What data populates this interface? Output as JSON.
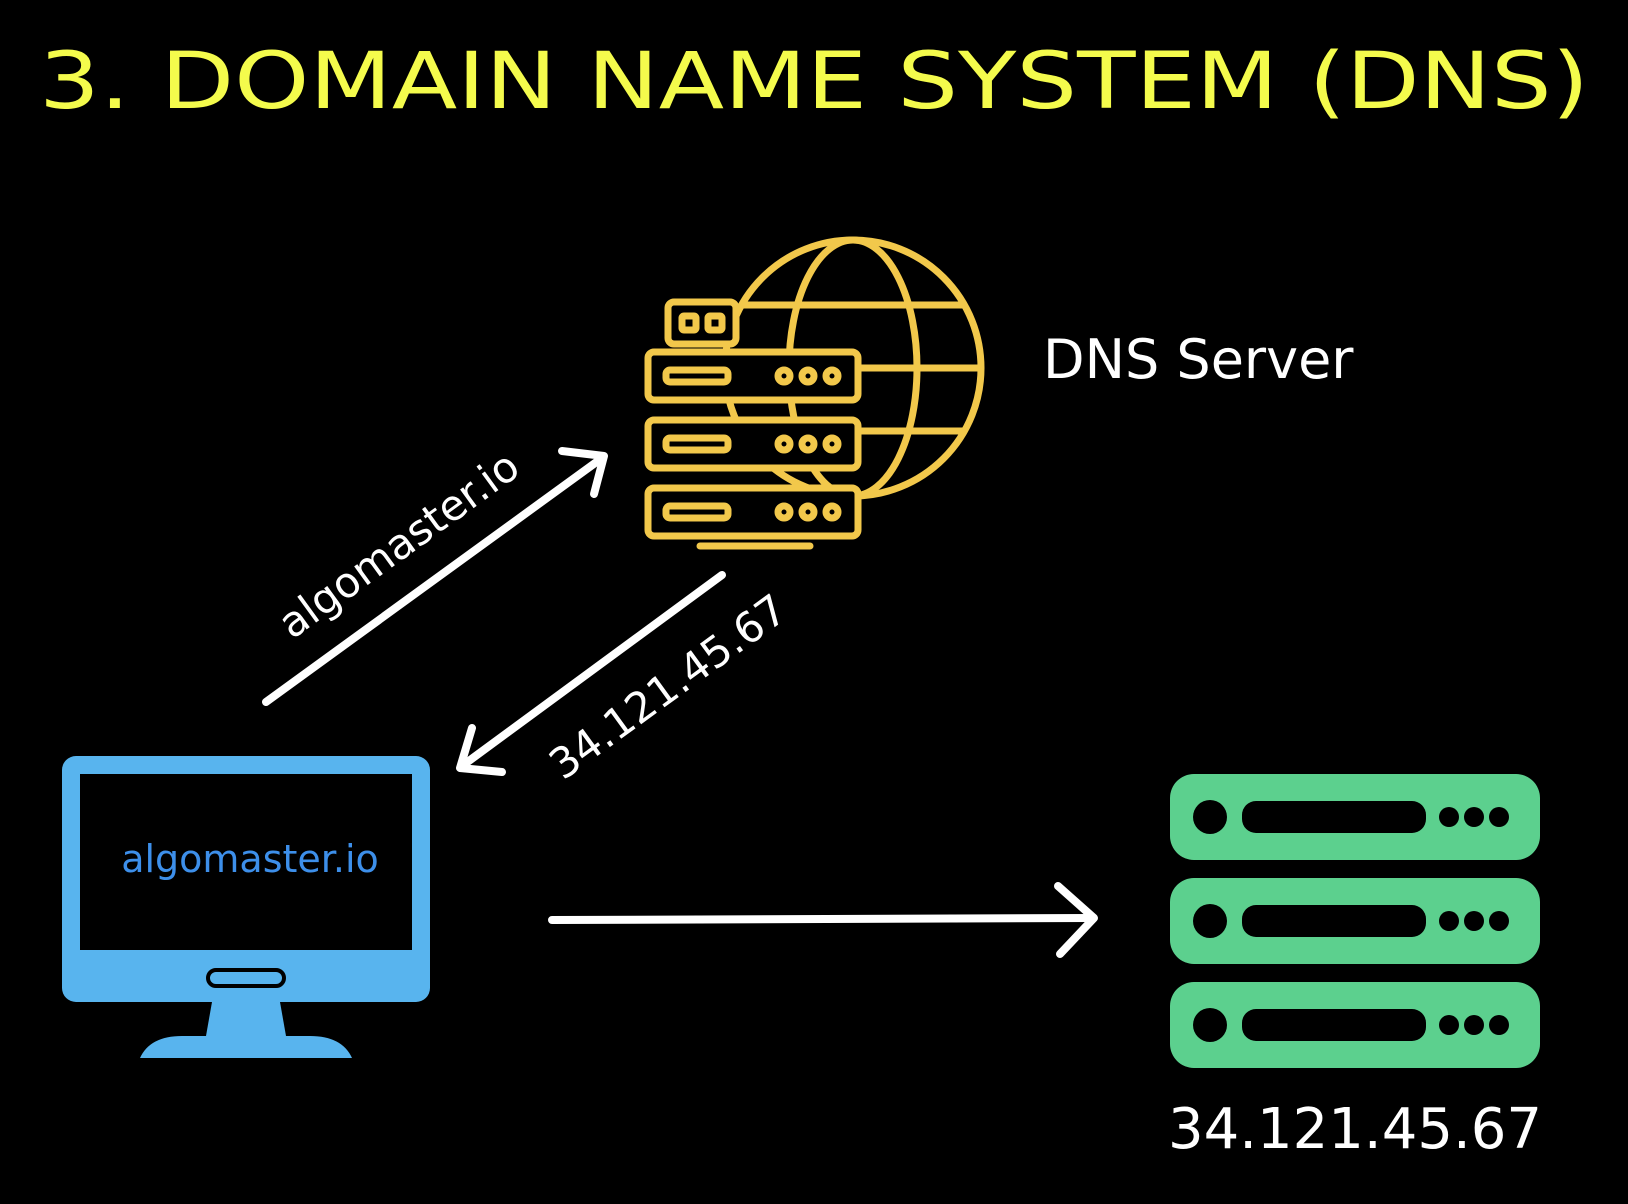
{
  "diagram": {
    "title": "3. DOMAIN NAME SYSTEM (DNS)",
    "dns_server_label": "DNS Server",
    "request_label": "algomaster.io",
    "response_label": "34.121.45.67",
    "browser_screen_text": "algomaster.io",
    "web_server_ip_label": "34.121.45.67"
  },
  "colors": {
    "background": "#000000",
    "title": "#f4fb4c",
    "dns_server_icon": "#f2c84b",
    "computer": "#58b4ee",
    "screen_text": "#3d8fea",
    "web_server": "#5cd08e",
    "arrows": "#ffffff",
    "labels": "#ffffff"
  },
  "icons": {
    "dns_server": "server-globe-icon",
    "computer": "desktop-monitor-icon",
    "web_server": "server-rack-icon"
  }
}
